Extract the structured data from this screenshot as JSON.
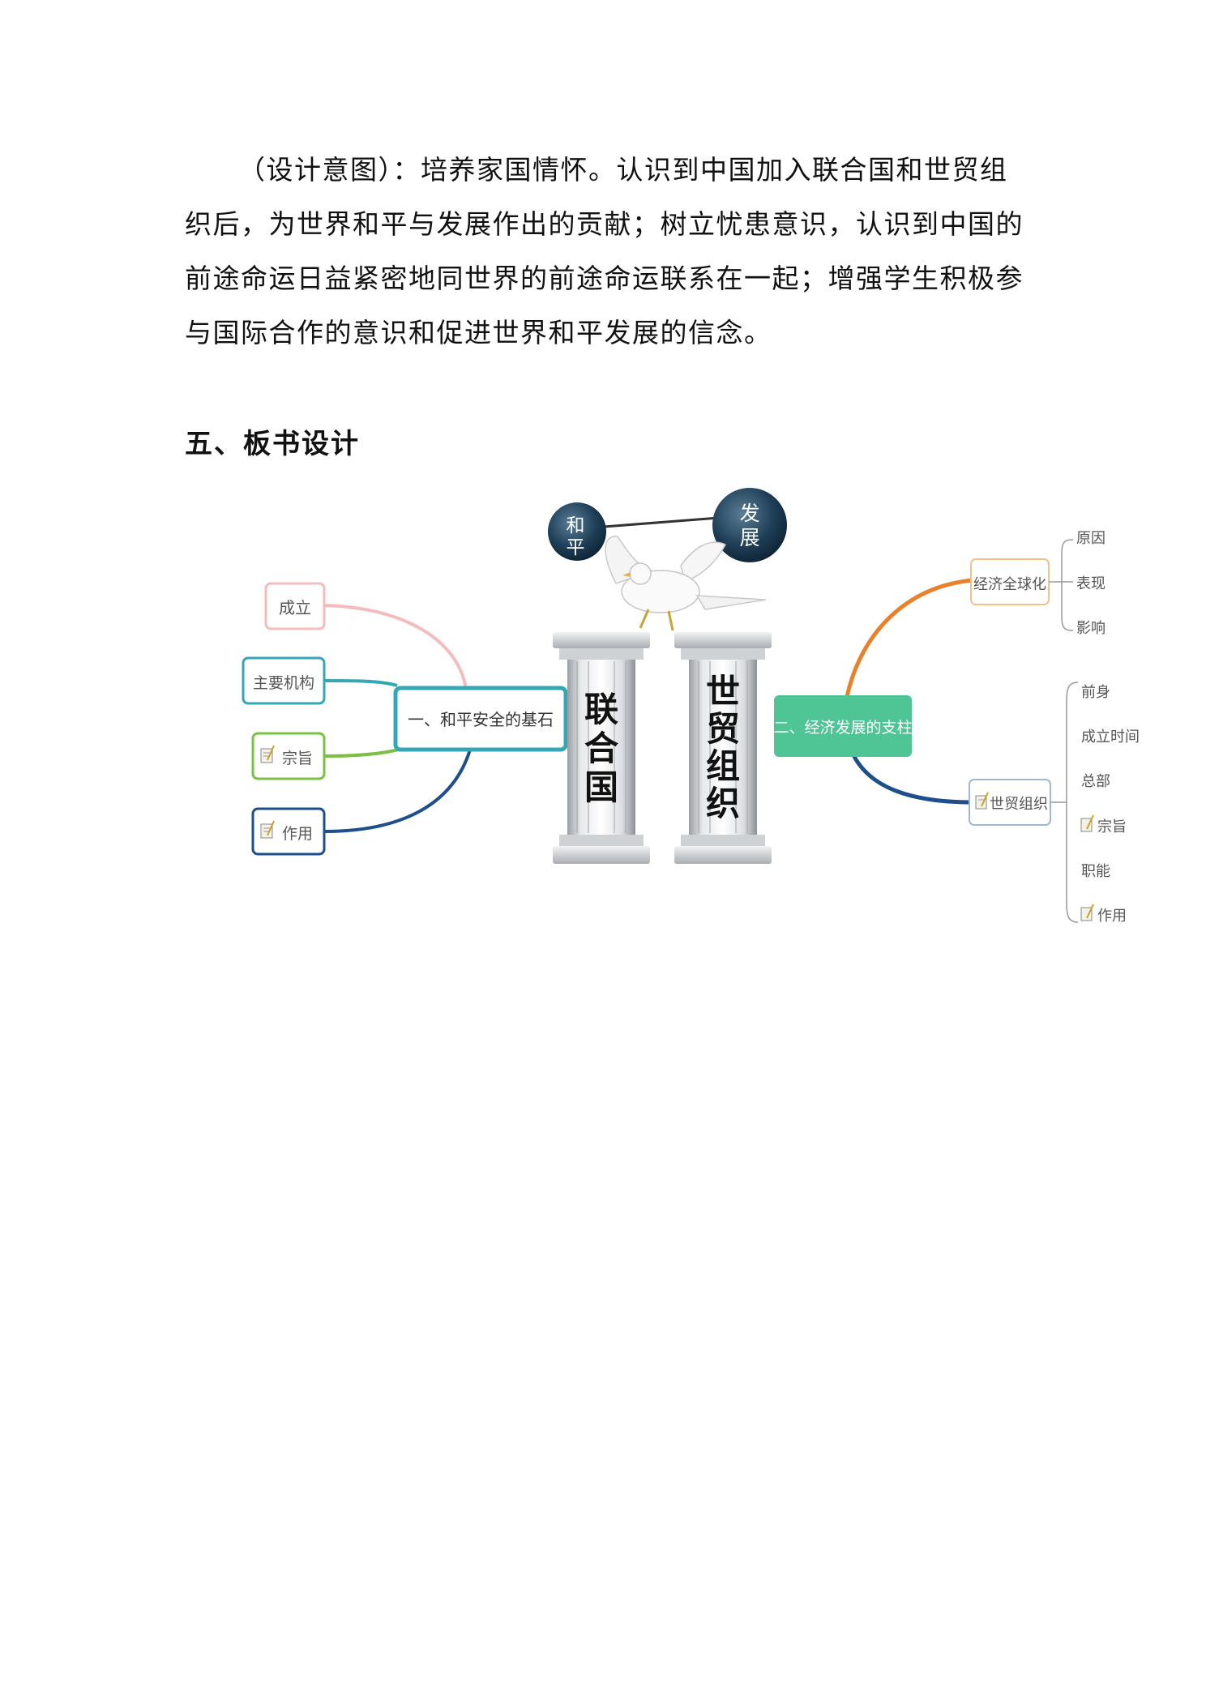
{
  "paragraph": {
    "lines": [
      "（设计意图）：培养家国情怀。认识到中国加入联合国和世贸组",
      "织后，为世界和平与发展作出的贡献；树立忧患意识，认识到中国的",
      "前途命运日益紧密地同世界的前途命运联系在一起；增强学生积极参",
      "与国际合作的意识和促进世界和平发展的信念。"
    ]
  },
  "section_heading": "五、板书设计",
  "diagram": {
    "globe_left": [
      "和",
      "平"
    ],
    "globe_right": [
      "发",
      "展"
    ],
    "pillar_left": [
      "联",
      "合",
      "国"
    ],
    "pillar_right": [
      "世",
      "贸",
      "组",
      "织"
    ],
    "left_branch": {
      "label": "一、和平安全的基石",
      "children": [
        "成立",
        "主要机构",
        "宗旨",
        "作用"
      ]
    },
    "right_branch": {
      "label": "二、经济发展的支柱",
      "globalization": {
        "label": "经济全球化",
        "children": [
          "原因",
          "表现",
          "影响"
        ]
      },
      "wto": {
        "label": "世贸组织",
        "children": [
          "前身",
          "成立时间",
          "总部",
          "宗旨",
          "职能",
          "作用"
        ]
      }
    },
    "colors": {
      "pink": "#f4bcbc",
      "teal": "#34a7b5",
      "green": "#7cc043",
      "navy": "#1d4f8c",
      "orange": "#e8812a",
      "mint": "#4fc494",
      "globe": "#1e3f57"
    }
  }
}
